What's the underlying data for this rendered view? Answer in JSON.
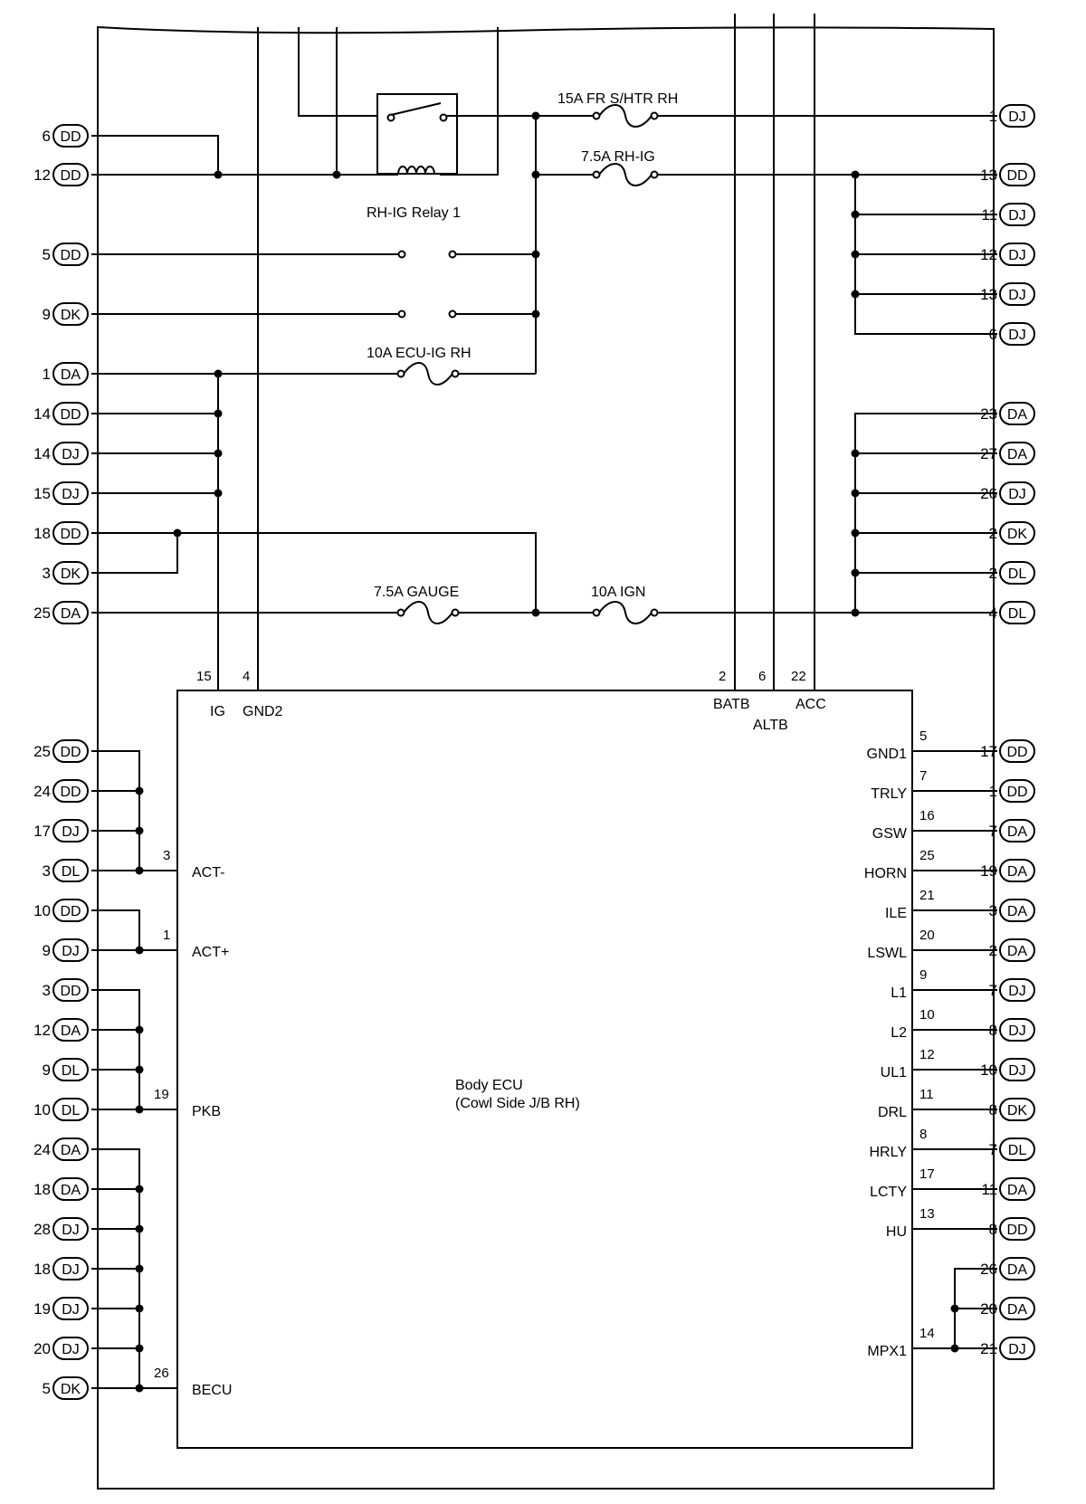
{
  "fuses": {
    "fr_shtr_rh": "15A FR S/HTR RH",
    "rh_ig": "7.5A RH-IG",
    "ecu_ig_rh": "10A ECU-IG RH",
    "gauge": "7.5A GAUGE",
    "ign": "10A IGN"
  },
  "relay": {
    "label": "RH-IG Relay 1"
  },
  "ecu": {
    "name_line1": "Body ECU",
    "name_line2": "(Cowl Side J/B RH)",
    "top_pins": [
      {
        "num": "15",
        "name": "IG"
      },
      {
        "num": "4",
        "name": "GND2"
      },
      {
        "num": "2",
        "name": "BATB"
      },
      {
        "num": "6",
        "name": "ALTB"
      },
      {
        "num": "22",
        "name": "ACC"
      }
    ],
    "left_pins": [
      {
        "num": "3",
        "name": "ACT-"
      },
      {
        "num": "1",
        "name": "ACT+"
      },
      {
        "num": "19",
        "name": "PKB"
      },
      {
        "num": "26",
        "name": "BECU"
      }
    ],
    "right_pins": [
      {
        "num": "5",
        "name": "GND1"
      },
      {
        "num": "7",
        "name": "TRLY"
      },
      {
        "num": "16",
        "name": "GSW"
      },
      {
        "num": "25",
        "name": "HORN"
      },
      {
        "num": "21",
        "name": "ILE"
      },
      {
        "num": "20",
        "name": "LSWL"
      },
      {
        "num": "9",
        "name": "L1"
      },
      {
        "num": "10",
        "name": "L2"
      },
      {
        "num": "12",
        "name": "UL1"
      },
      {
        "num": "11",
        "name": "DRL"
      },
      {
        "num": "8",
        "name": "HRLY"
      },
      {
        "num": "17",
        "name": "LCTY"
      },
      {
        "num": "13",
        "name": "HU"
      },
      {
        "num": "14",
        "name": "MPX1"
      }
    ]
  },
  "left_connectors": [
    {
      "num": "6",
      "conn": "DD"
    },
    {
      "num": "12",
      "conn": "DD"
    },
    {
      "num": "5",
      "conn": "DD"
    },
    {
      "num": "9",
      "conn": "DK"
    },
    {
      "num": "1",
      "conn": "DA"
    },
    {
      "num": "14",
      "conn": "DD"
    },
    {
      "num": "14",
      "conn": "DJ"
    },
    {
      "num": "15",
      "conn": "DJ"
    },
    {
      "num": "18",
      "conn": "DD"
    },
    {
      "num": "3",
      "conn": "DK"
    },
    {
      "num": "25",
      "conn": "DA"
    },
    {
      "num": "25",
      "conn": "DD"
    },
    {
      "num": "24",
      "conn": "DD"
    },
    {
      "num": "17",
      "conn": "DJ"
    },
    {
      "num": "3",
      "conn": "DL"
    },
    {
      "num": "10",
      "conn": "DD"
    },
    {
      "num": "9",
      "conn": "DJ"
    },
    {
      "num": "3",
      "conn": "DD"
    },
    {
      "num": "12",
      "conn": "DA"
    },
    {
      "num": "9",
      "conn": "DL"
    },
    {
      "num": "10",
      "conn": "DL"
    },
    {
      "num": "24",
      "conn": "DA"
    },
    {
      "num": "18",
      "conn": "DA"
    },
    {
      "num": "28",
      "conn": "DJ"
    },
    {
      "num": "18",
      "conn": "DJ"
    },
    {
      "num": "19",
      "conn": "DJ"
    },
    {
      "num": "20",
      "conn": "DJ"
    },
    {
      "num": "5",
      "conn": "DK"
    }
  ],
  "right_connectors": [
    {
      "num": "1",
      "conn": "DJ"
    },
    {
      "num": "13",
      "conn": "DD"
    },
    {
      "num": "11",
      "conn": "DJ"
    },
    {
      "num": "12",
      "conn": "DJ"
    },
    {
      "num": "13",
      "conn": "DJ"
    },
    {
      "num": "6",
      "conn": "DJ"
    },
    {
      "num": "23",
      "conn": "DA"
    },
    {
      "num": "27",
      "conn": "DA"
    },
    {
      "num": "26",
      "conn": "DJ"
    },
    {
      "num": "2",
      "conn": "DK"
    },
    {
      "num": "2",
      "conn": "DL"
    },
    {
      "num": "4",
      "conn": "DL"
    },
    {
      "num": "17",
      "conn": "DD"
    },
    {
      "num": "1",
      "conn": "DD"
    },
    {
      "num": "7",
      "conn": "DA"
    },
    {
      "num": "19",
      "conn": "DA"
    },
    {
      "num": "3",
      "conn": "DA"
    },
    {
      "num": "2",
      "conn": "DA"
    },
    {
      "num": "7",
      "conn": "DJ"
    },
    {
      "num": "8",
      "conn": "DJ"
    },
    {
      "num": "10",
      "conn": "DJ"
    },
    {
      "num": "8",
      "conn": "DK"
    },
    {
      "num": "7",
      "conn": "DL"
    },
    {
      "num": "11",
      "conn": "DA"
    },
    {
      "num": "8",
      "conn": "DD"
    },
    {
      "num": "26",
      "conn": "DA"
    },
    {
      "num": "20",
      "conn": "DA"
    },
    {
      "num": "21",
      "conn": "DJ"
    }
  ]
}
